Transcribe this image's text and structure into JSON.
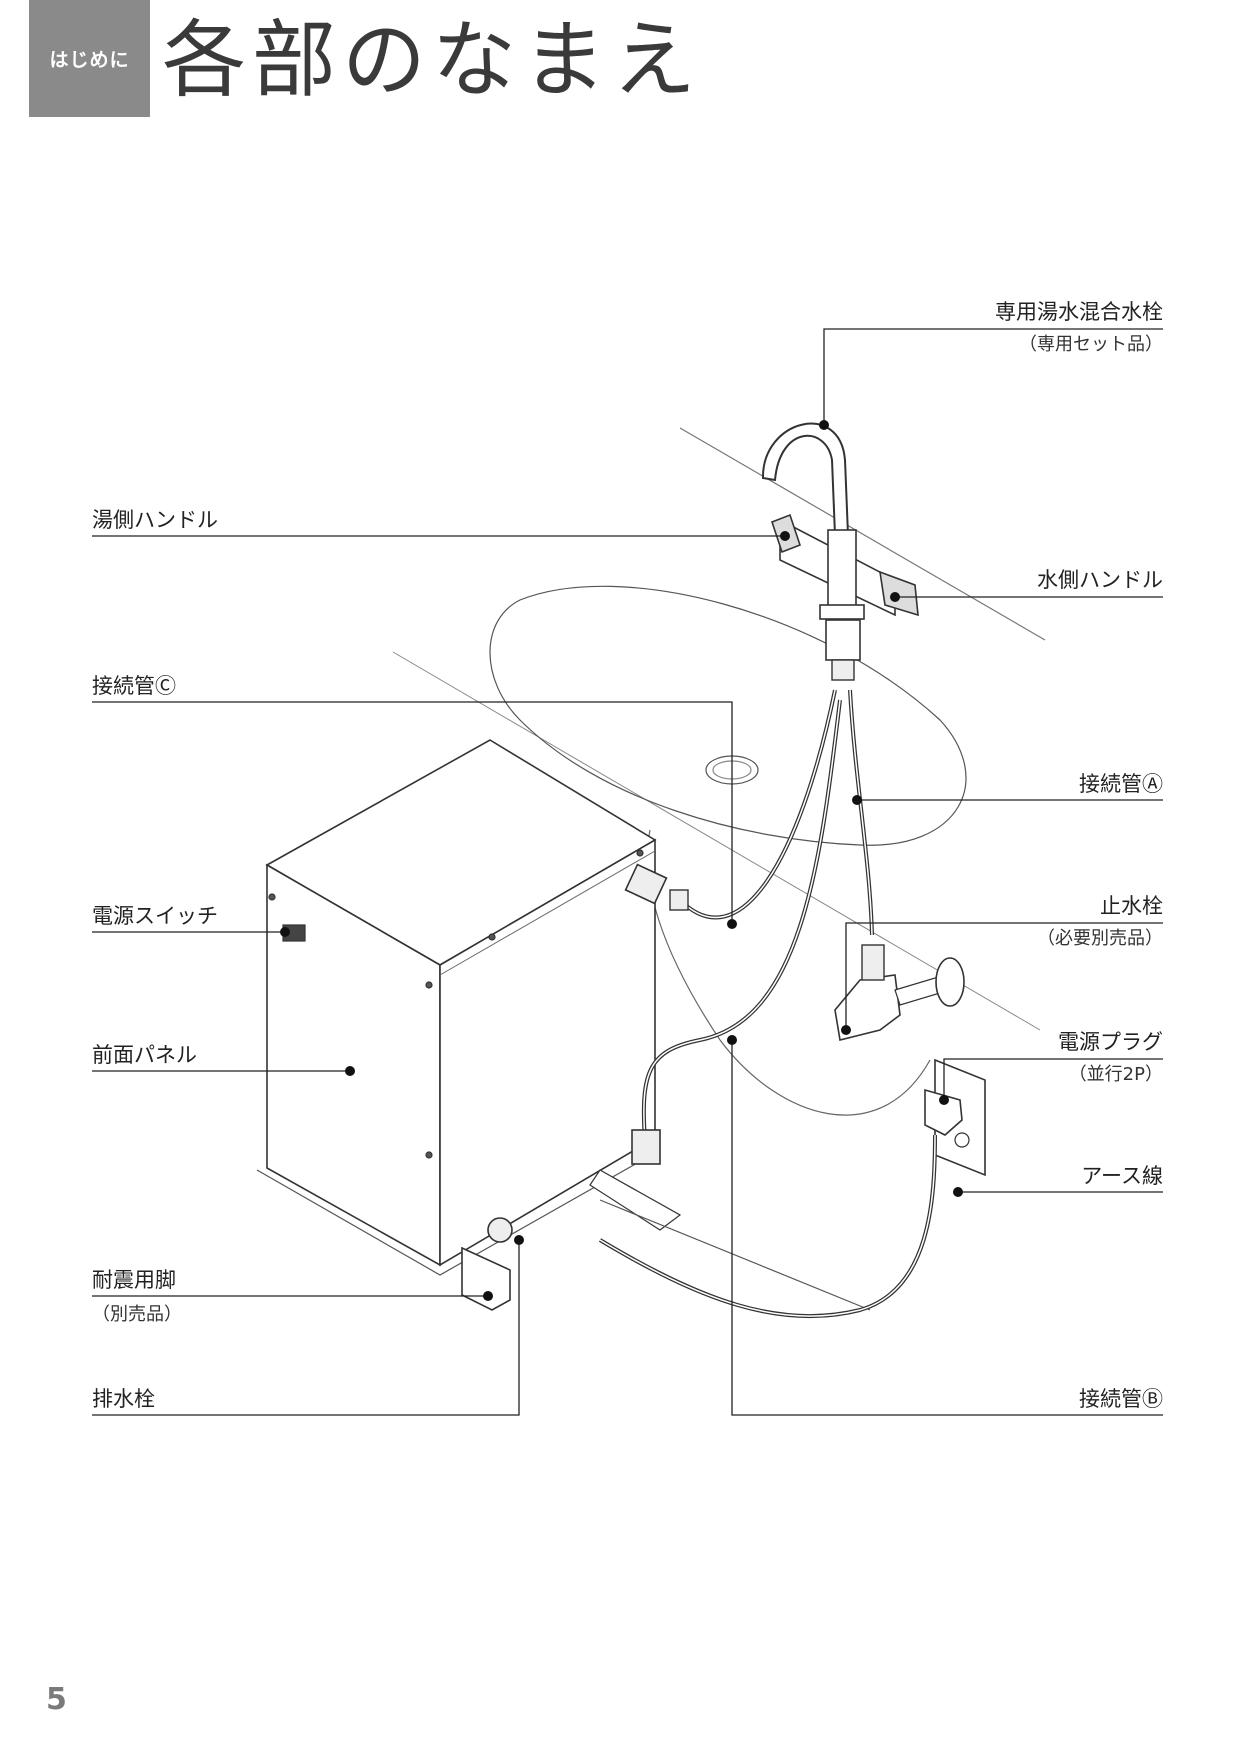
{
  "header": {
    "tab_label": "はじめに",
    "title": "各部のなまえ"
  },
  "labels": {
    "faucet": "専用湯水混合水栓",
    "faucet_note": "（専用セット品）",
    "hot_handle": "湯側ハンドル",
    "cold_handle": "水側ハンドル",
    "pipe_c": "接続管Ⓒ",
    "pipe_a": "接続管Ⓐ",
    "power_switch": "電源スイッチ",
    "stop_valve": "止水栓",
    "stop_valve_note": "（必要別売品）",
    "power_plug": "電源プラグ",
    "power_plug_note": "（並行2P）",
    "front_panel": "前面パネル",
    "ground_wire": "アース線",
    "seismic_leg": "耐震用脚",
    "seismic_leg_note": "（別売品）",
    "drain_plug": "排水栓",
    "pipe_b": "接続管Ⓑ"
  },
  "page_number": "5"
}
